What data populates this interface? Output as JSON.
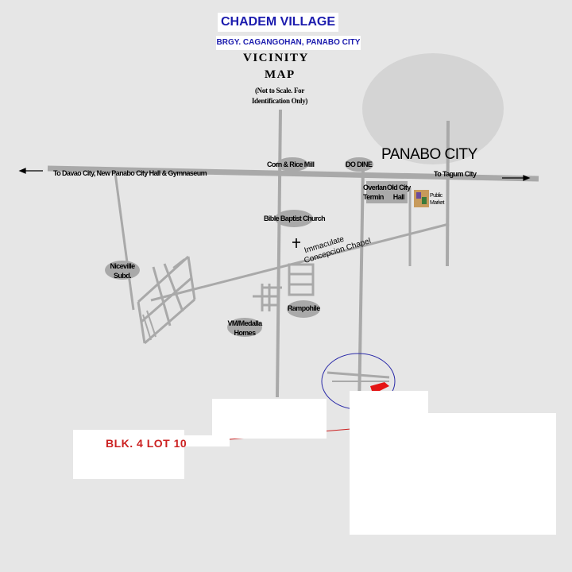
{
  "header": {
    "title": "CHADEM VILLAGE",
    "subtitle": "BRGY. CAGANGOHAN, PANABO CITY"
  },
  "map_title": {
    "line1": "VICINITY",
    "line2": "MAP",
    "note_line1": "(Not to Scale. For",
    "note_line2": "Identification Only)"
  },
  "labels": {
    "city": "PANABO CITY",
    "to_davao": "To Davao City, New Panabo City Hall & Gymnaseum",
    "to_tagum": "To Tagum City",
    "corn_rice_mill": "Corn & Rice Mill",
    "do_dine": "DO DINE",
    "overland_terminal_line1": "Overlan",
    "overland_terminal_line2": "Termin",
    "old_city_hall_line1": "Old City",
    "old_city_hall_line2": "Hall",
    "public_market_line1": "Public",
    "public_market_line2": "Market",
    "bible_baptist": "Bible Baptist Church",
    "chapel_line1": "Immaculate",
    "chapel_line2": "Concepcion Chapel",
    "niceville_line1": "Niceville",
    "niceville_line2": "Subd.",
    "rampohile": "Rampohile",
    "vm_medalla_line1": "VM/Medalla",
    "vm_medalla_line2": "Homes",
    "lot": "BLK. 4  LOT 10"
  },
  "colors": {
    "background": "#e6e6e6",
    "road": "#a9a9a9",
    "blob": "#a9a9a9",
    "city_area": "#d4d4d4",
    "title_blue": "#1c1cae",
    "highlight_red": "#cc2222",
    "circle_blue": "#2a2aa8",
    "leader_line": "#cc2222"
  }
}
